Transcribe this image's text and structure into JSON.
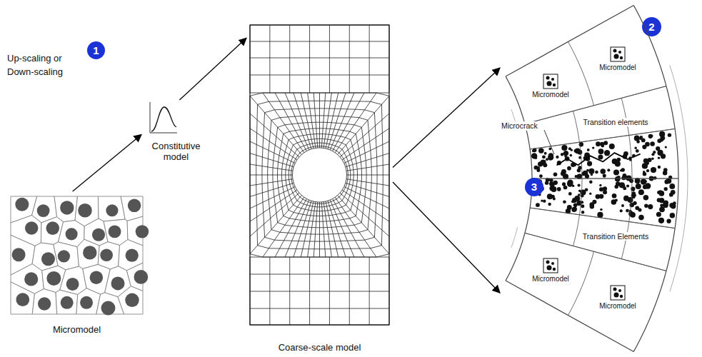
{
  "diagram": {
    "nodes": [
      {
        "text": [
          "1"
        ]
      },
      {
        "text": [
          "Micromodel"
        ]
      },
      {
        "text": [
          "Constitutive model"
        ]
      },
      {
        "text": [
          "Coarse-scale model"
        ]
      },
      {
        "text": [
          "2"
        ]
      },
      {
        "text": [
          "Microcrack"
        ]
      },
      {
        "text": [
          "Micromodel"
        ],
        "in": 5
      },
      {
        "text": [
          "Micromodel"
        ],
        "in": 5
      },
      {
        "text": [
          "3"
        ]
      },
      {
        "text": [
          "Micromodel"
        ],
        "in": 5
      },
      {
        "text": [
          "Micromodel"
        ],
        "in": 5
      }
    ],
    "edges": [
      {
        "from": 1,
        "to": 2,
        "arrow": "to"
      },
      {
        "from": 2,
        "to": 3,
        "arrow": "to"
      },
      {
        "from": 3,
        "to": 5,
        "arrow": "to"
      },
      {
        "from": 3,
        "to": 5,
        "arrow": "to"
      }
    ],
    "labels": [
      "Up-scaling or Down-scaling",
      "Transition elements",
      "Transition Elements"
    ]
  }
}
